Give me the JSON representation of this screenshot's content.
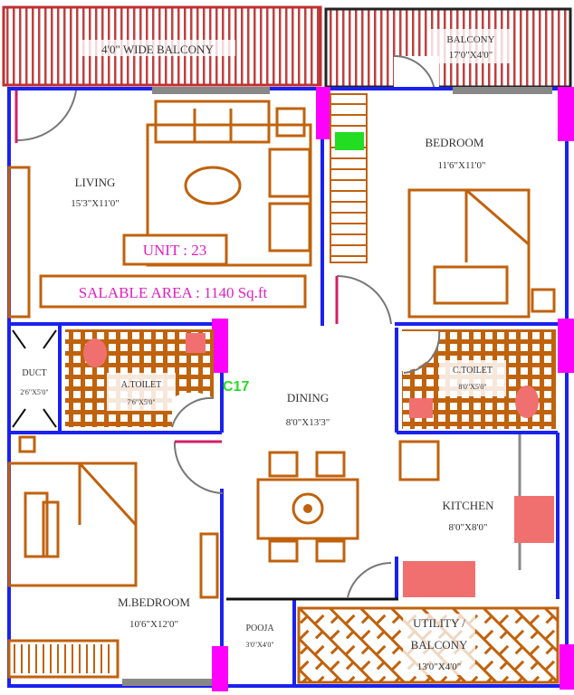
{
  "plan": {
    "unit_label": "UNIT : 23",
    "salable_area": "SALABLE AREA : 1140 Sq.ft",
    "column_markers": [
      "C17"
    ],
    "colors": {
      "wall": "#1a22ee",
      "furniture": "#c0620c",
      "column": "#ff00ff",
      "balcony_stripe": "#c03030",
      "fixtures": "#f07070",
      "marker": "#22dd22"
    },
    "rooms": {
      "wide_balcony": {
        "name": "4'0\" WIDE BALCONY"
      },
      "balcony": {
        "name": "BALCONY",
        "size": "17'0\"X4'0\""
      },
      "living": {
        "name": "LIVING",
        "size": "15'3\"X11'0\""
      },
      "bedroom": {
        "name": "BEDROOM",
        "size": "11'6\"X11'0\""
      },
      "duct": {
        "name": "DUCT",
        "size": "2'6\"X5'0\""
      },
      "a_toilet": {
        "name": "A.TOILET",
        "size": "7'6\"X5'0\""
      },
      "dining": {
        "name": "DINING",
        "size": "8'0\"X13'3\""
      },
      "c_toilet": {
        "name": "C.TOILET",
        "size": "8'0\"X5'0\""
      },
      "kitchen": {
        "name": "KITCHEN",
        "size": "8'0\"X8'0\""
      },
      "m_bedroom": {
        "name": "M.BEDROOM",
        "size": "10'6\"X12'0\""
      },
      "pooja": {
        "name": "POOJA",
        "size": "3'0\"X4'0\""
      },
      "utility": {
        "name": "UTILITY /",
        "name2": "BALCONY",
        "size": "13'0\"X4'0\""
      }
    }
  }
}
